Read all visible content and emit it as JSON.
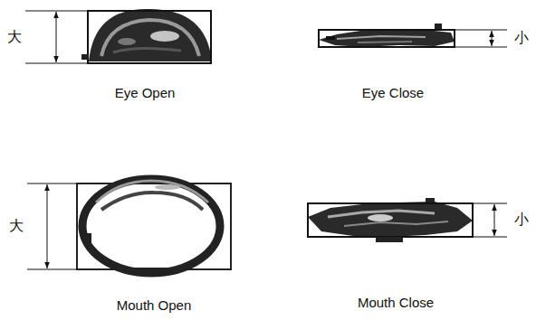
{
  "diagram": {
    "labels": [
      "大",
      "Eye Open",
      "小",
      "Eye Close",
      "大",
      "Mouth Open",
      "小",
      "Mouth Close"
    ]
  }
}
